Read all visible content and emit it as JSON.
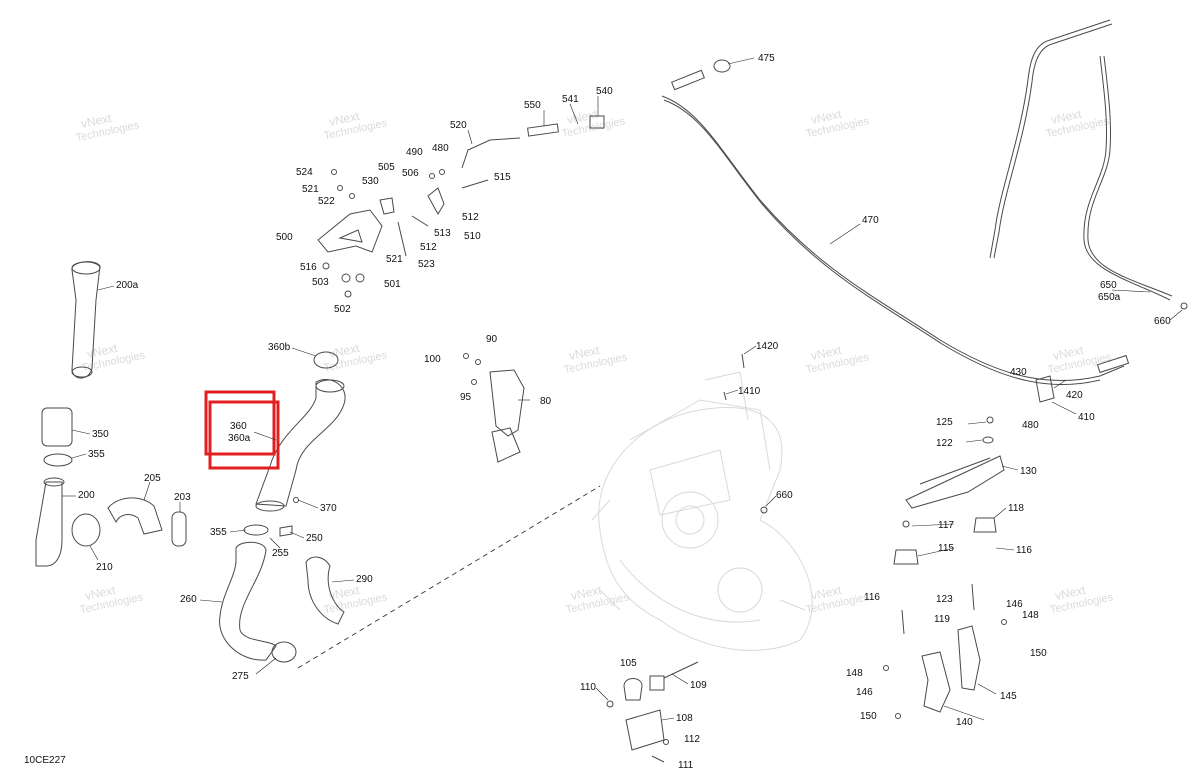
{
  "diagram_code": "10CE227",
  "highlight_color": "#e02020",
  "watermark": {
    "line1": "vNext",
    "line2": "Technologies"
  },
  "labels": {
    "p475": "475",
    "p550": "550",
    "p541": "541",
    "p540": "540",
    "p520": "520",
    "p490": "490",
    "p480a": "480",
    "p524": "524",
    "p505": "505",
    "p506": "506",
    "p515": "515",
    "p521a": "521",
    "p530": "530",
    "p522": "522",
    "p512a": "512",
    "p513": "513",
    "p510": "510",
    "p500": "500",
    "p512b": "512",
    "p521b": "521",
    "p523": "523",
    "p516": "516",
    "p503": "503",
    "p501": "501",
    "p502": "502",
    "p470": "470",
    "p650": "650",
    "p650a": "650a",
    "p660a": "660",
    "p200a": "200a",
    "p360b": "360b",
    "p360": "360",
    "p360a": "360a",
    "p90": "90",
    "p100": "100",
    "p95": "95",
    "p80": "80",
    "p1420": "1420",
    "p1410": "1410",
    "p430": "430",
    "p420": "420",
    "p410": "410",
    "p480b": "480",
    "p350": "350",
    "p355a": "355",
    "p200": "200",
    "p205": "205",
    "p203": "203",
    "p210": "210",
    "p370": "370",
    "p355b": "355",
    "p250": "250",
    "p255": "255",
    "p260": "260",
    "p290": "290",
    "p275": "275",
    "p660b": "660",
    "p125": "125",
    "p122": "122",
    "p130": "130",
    "p118": "118",
    "p117": "117",
    "p115": "115",
    "p116a": "116",
    "p116b": "116",
    "p123": "123",
    "p119": "119",
    "p146a": "146",
    "p148a": "148",
    "p150a": "150",
    "p148b": "148",
    "p146b": "146",
    "p150b": "150",
    "p145": "145",
    "p140": "140",
    "p105": "105",
    "p110": "110",
    "p109": "109",
    "p108": "108",
    "p112": "112",
    "p111": "111"
  }
}
